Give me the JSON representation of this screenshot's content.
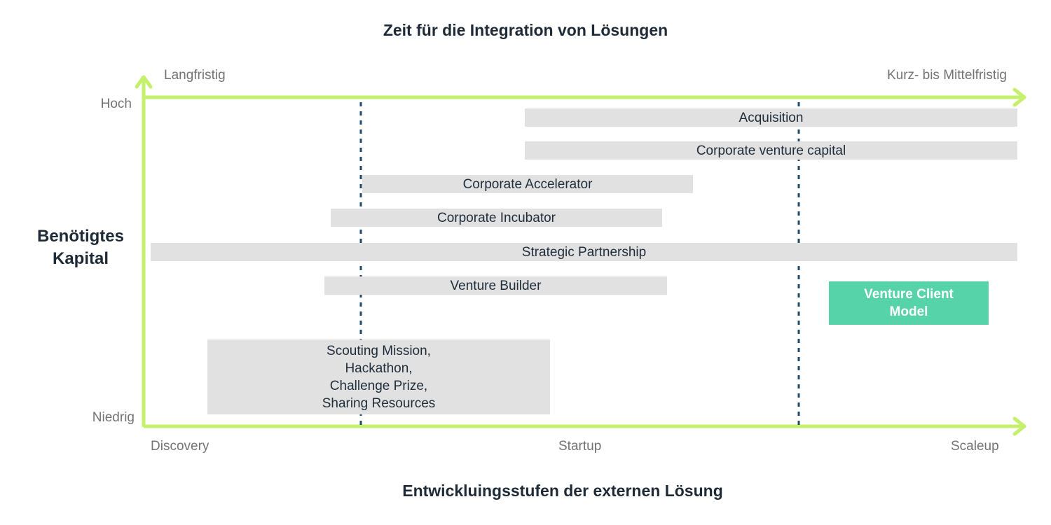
{
  "title_top": "Zeit für die Integration von Lösungen",
  "title_bottom": "Entwickluingsstufen der externen Lösung",
  "y_axis": {
    "label_line1": "Benötigtes",
    "label_line2": "Kapital",
    "top": "Hoch",
    "bottom": "Niedrig"
  },
  "top_axis": {
    "left": "Langfristig",
    "right": "Kurz- bis Mittelfristig"
  },
  "x_axis": {
    "stages": [
      "Discovery",
      "Startup",
      "Scaleup"
    ]
  },
  "bars": [
    {
      "label": "Acquisition"
    },
    {
      "label": "Corporate venture capital"
    },
    {
      "label": "Corporate Accelerator"
    },
    {
      "label": "Corporate Incubator"
    },
    {
      "label": "Strategic Partnership"
    },
    {
      "label": "Venture Builder"
    },
    {
      "label": "Venture Client\nModel"
    },
    {
      "label": "Scouting Mission,\nHackathon,\nChallenge Prize,\nSharing Resources"
    }
  ],
  "colors": {
    "axis": "#c5f06b",
    "bar": "#e1e1e1",
    "highlight": "#56d3a9",
    "divider": "#1f4a6b"
  }
}
